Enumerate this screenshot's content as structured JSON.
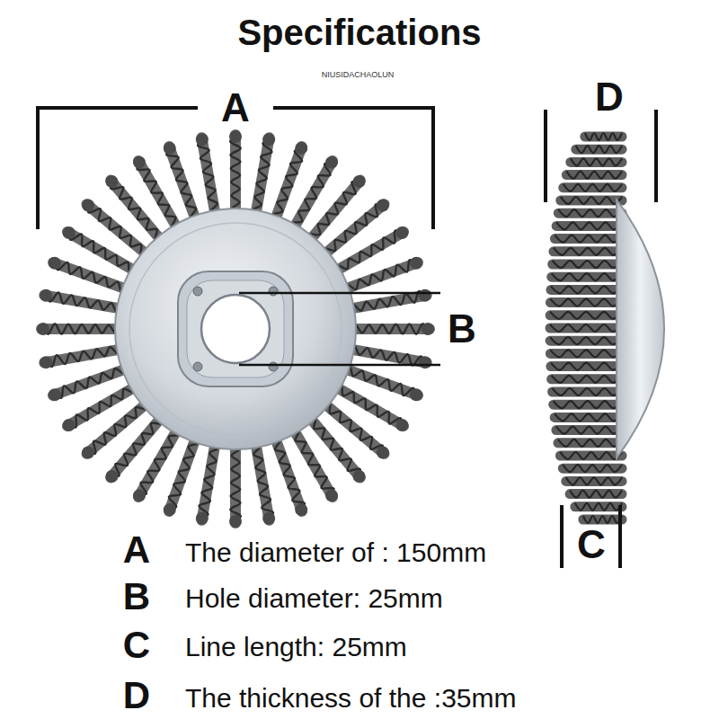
{
  "diagram": {
    "title": "Specifications",
    "labels": [
      "NIUSIDACHAOLUN",
      "A",
      "B",
      "D",
      "C",
      "A",
      "The diameter of : 150mm",
      "B",
      "Hole diameter: 25mm",
      "C",
      "Line length: 25mm",
      "D",
      "The thickness of the :35mm"
    ]
  }
}
